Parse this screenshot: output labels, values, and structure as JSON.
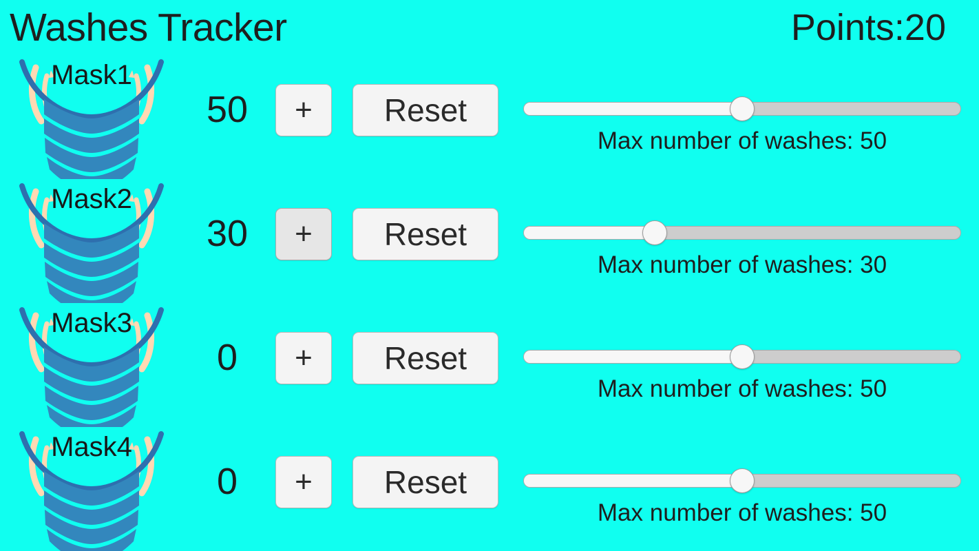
{
  "header": {
    "title": "Washes Tracker",
    "points_label": "Points:20",
    "points_value": 20
  },
  "theme": {
    "background": "#10fff0",
    "text": "#1e1e1e",
    "button_face": "#f4f4f4",
    "button_face_active": "#e6e6e6",
    "button_border": "#b7b7b7",
    "slider_track": "#cdcdcd",
    "slider_fill": "#f7f7f7",
    "slider_thumb": "#f7f7f7",
    "mask_body": "#3387bd",
    "mask_outline": "#2e6fae",
    "mask_strap": "#ffd9b3"
  },
  "slider_caption_prefix": "Max number of washes: ",
  "rows": [
    {
      "mask_label": "Mask1",
      "mask_icon": "face-mask-icon",
      "count": "50",
      "plus_label": "+",
      "plus_active": false,
      "reset_label": "Reset",
      "slider_value": 50,
      "slider_min": 0,
      "slider_max": 100,
      "slider_caption": "Max number of washes: 50"
    },
    {
      "mask_label": "Mask2",
      "mask_icon": "face-mask-icon",
      "count": "30",
      "plus_label": "+",
      "plus_active": true,
      "reset_label": "Reset",
      "slider_value": 30,
      "slider_min": 0,
      "slider_max": 100,
      "slider_caption": "Max number of washes: 30"
    },
    {
      "mask_label": "Mask3",
      "mask_icon": "face-mask-icon",
      "count": "0",
      "plus_label": "+",
      "plus_active": false,
      "reset_label": "Reset",
      "slider_value": 50,
      "slider_min": 0,
      "slider_max": 100,
      "slider_caption": "Max number of washes: 50"
    },
    {
      "mask_label": "Mask4",
      "mask_icon": "face-mask-icon",
      "count": "0",
      "plus_label": "+",
      "plus_active": false,
      "reset_label": "Reset",
      "slider_value": 50,
      "slider_min": 0,
      "slider_max": 100,
      "slider_caption": "Max number of washes: 50"
    }
  ]
}
